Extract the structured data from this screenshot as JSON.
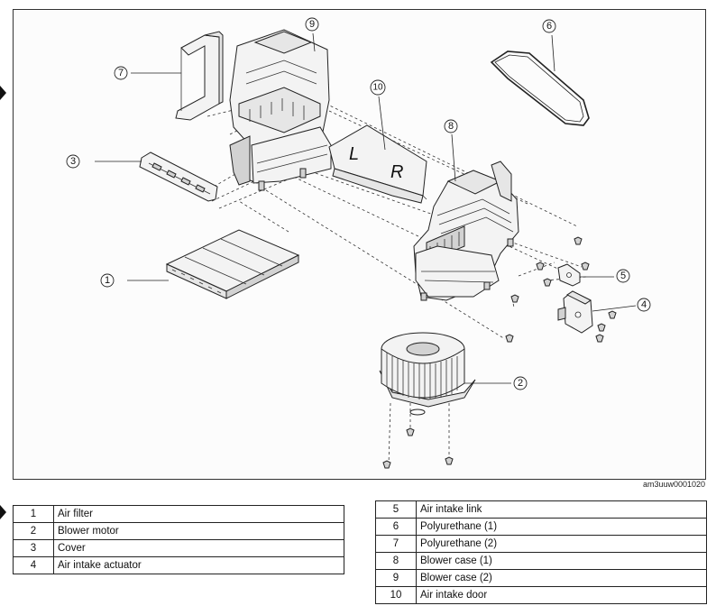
{
  "figure_code": "am3uuw0001020",
  "callouts": [
    {
      "number": "1"
    },
    {
      "number": "2"
    },
    {
      "number": "3"
    },
    {
      "number": "4"
    },
    {
      "number": "5"
    },
    {
      "number": "6"
    },
    {
      "number": "7"
    },
    {
      "number": "8"
    },
    {
      "number": "9"
    },
    {
      "number": "10"
    }
  ],
  "door_labels": {
    "left": "L",
    "right": "R"
  },
  "legend_left": [
    {
      "number": "1",
      "part": "Air filter"
    },
    {
      "number": "2",
      "part": "Blower motor"
    },
    {
      "number": "3",
      "part": "Cover"
    },
    {
      "number": "4",
      "part": "Air intake actuator"
    }
  ],
  "legend_right": [
    {
      "number": "5",
      "part": "Air intake link"
    },
    {
      "number": "6",
      "part": "Polyurethane (1)"
    },
    {
      "number": "7",
      "part": "Polyurethane (2)"
    },
    {
      "number": "8",
      "part": "Blower case (1)"
    },
    {
      "number": "9",
      "part": "Blower case (2)"
    },
    {
      "number": "10",
      "part": "Air intake door"
    }
  ]
}
